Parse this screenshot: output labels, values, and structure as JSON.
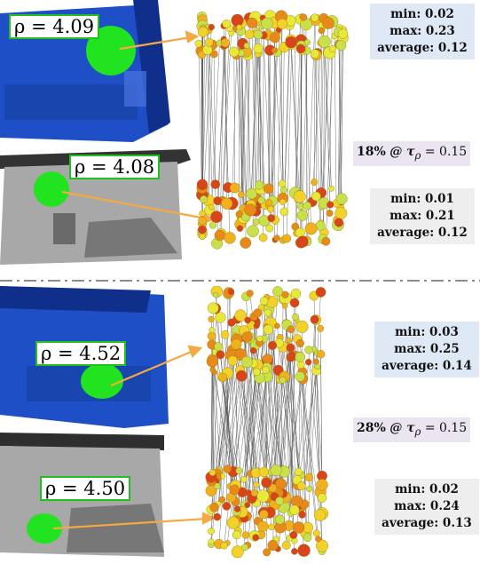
{
  "top": {
    "label_a": "ρ = 4.09",
    "label_b": "ρ = 4.08",
    "stats_a": {
      "min": "min: 0.02",
      "max": "max: 0.23",
      "avg": "average: 0.12"
    },
    "stats_b": {
      "min": "min: 0.01",
      "max": "max: 0.21",
      "avg": "average: 0.12"
    },
    "ratio": "18%",
    "tau": "@ τ",
    "tau_sub": "ρ",
    "tau_val": " = 0.15"
  },
  "bottom": {
    "label_a": "ρ = 4.52",
    "label_b": "ρ = 4.50",
    "stats_a": {
      "min": "min: 0.03",
      "max": "max: 0.25",
      "avg": "average: 0.14"
    },
    "stats_b": {
      "min": "min: 0.02",
      "max": "max: 0.24",
      "avg": "average: 0.13"
    },
    "ratio": "28%",
    "tau": "@ τ",
    "tau_sub": "ρ",
    "tau_val": " = 0.15"
  },
  "colors": {
    "mesh_blue": "#1f4fc7",
    "mesh_grey": "#9a9a9a",
    "highlight_green": "#22e31f",
    "arrow_orange": "#f4a942",
    "label_border": "#22c01f",
    "stats_blue_bg": "#dfe9f6",
    "stats_grey_bg": "#eeeeee",
    "ratio_bg": "#ebe4f1"
  }
}
